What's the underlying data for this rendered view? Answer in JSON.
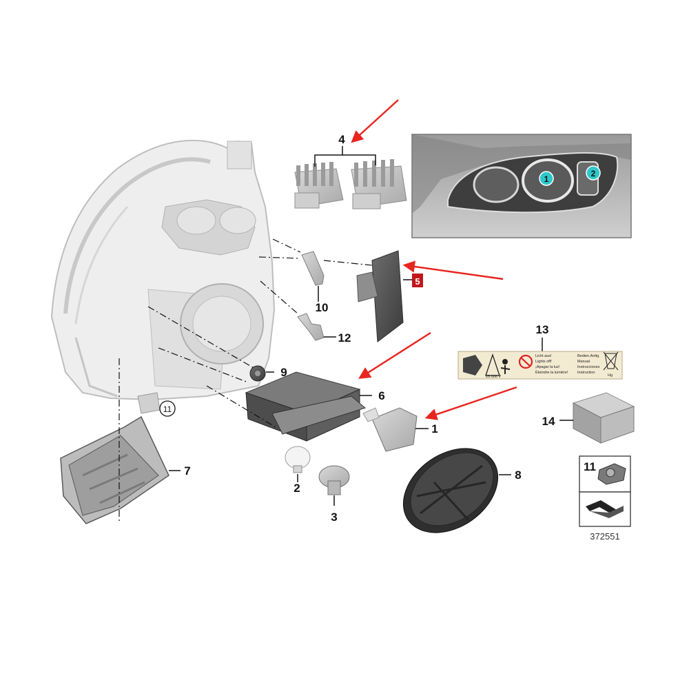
{
  "diagram": {
    "part_numbers": {
      "p1": "1",
      "p2": "2",
      "p3": "3",
      "p4": "4",
      "p5": "5",
      "p6": "6",
      "p7": "7",
      "p8": "8",
      "p9": "9",
      "p10": "10",
      "p11": "11",
      "p12": "12",
      "p13": "13",
      "p14": "14"
    },
    "inset_callouts": {
      "c1": "1",
      "c2": "2"
    },
    "label_13": {
      "lines_left": [
        "Licht aus!",
        "Lights off!",
        "¡Apagar la luz!",
        "Éteindre la lumière!"
      ],
      "lines_right": [
        "Bedien.Anltg.",
        "Manual",
        "Instrucciones",
        "Instruction"
      ],
      "voltage": "25 000 V",
      "hg": "Hg"
    },
    "legend_11": "11",
    "diagram_id": "372551",
    "colors": {
      "highlight_arrow": "#e8251f",
      "part5_badge": "#c0161b",
      "inset_callout": "#2ec7c9"
    }
  }
}
